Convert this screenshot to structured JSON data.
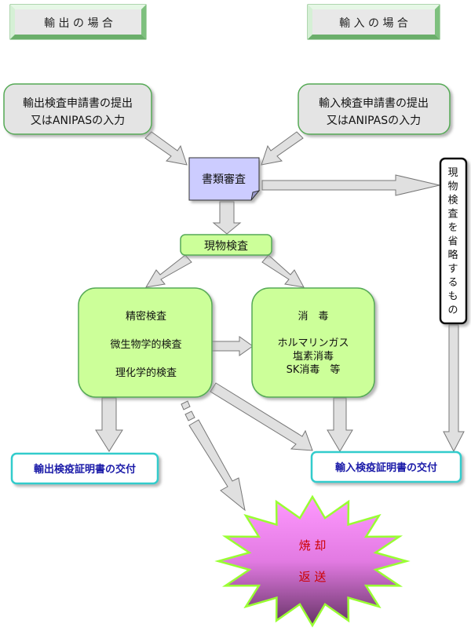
{
  "headers": {
    "export": "輸 出 の 場 合",
    "import": "輸 入 の 場 合"
  },
  "nodes": {
    "export_application": {
      "line1": "輸出検査申請書の提出",
      "line2": "又はANIPASの入力"
    },
    "import_application": {
      "line1": "輸入検査申請書の提出",
      "line2": "又はANIPASの入力"
    },
    "document_review": "書類審査",
    "physical_inspection": "現物検査",
    "inspection_methods": {
      "line1": "精密検査",
      "line2": "微生物学的検査",
      "line3": "理化学的検査"
    },
    "disinfection": {
      "line1": "消　毒",
      "line2": "ホルマリンガス",
      "line3": "塩素消毒",
      "line4": "SK消毒　等"
    },
    "skip_inspection_chars": [
      "現",
      "物",
      "検",
      "査",
      "を",
      "省",
      "略",
      "す",
      "る",
      "も",
      "の"
    ],
    "export_certificate": "輸出検疫証明書の交付",
    "import_certificate": "輸入検疫証明書の交付",
    "rejection": {
      "line1": "焼 却",
      "line2": "返 送"
    }
  },
  "colors": {
    "header_fill": "#e8e8e8",
    "header_border": "#7fbf7f",
    "gray_box": "#e4e4e4",
    "document_fill": "#ccccff",
    "green_fill": "#ccff99",
    "green_border": "#55aa55",
    "cert_border": "#33cccc",
    "cert_text": "#1a1aa8",
    "burst_top": "#ff99ff",
    "burst_bottom": "#663366",
    "burst_border": "#99ff33",
    "burst_text": "#cc0000",
    "arrow_fill": "#e0e0e0",
    "arrow_stroke": "#777777"
  }
}
